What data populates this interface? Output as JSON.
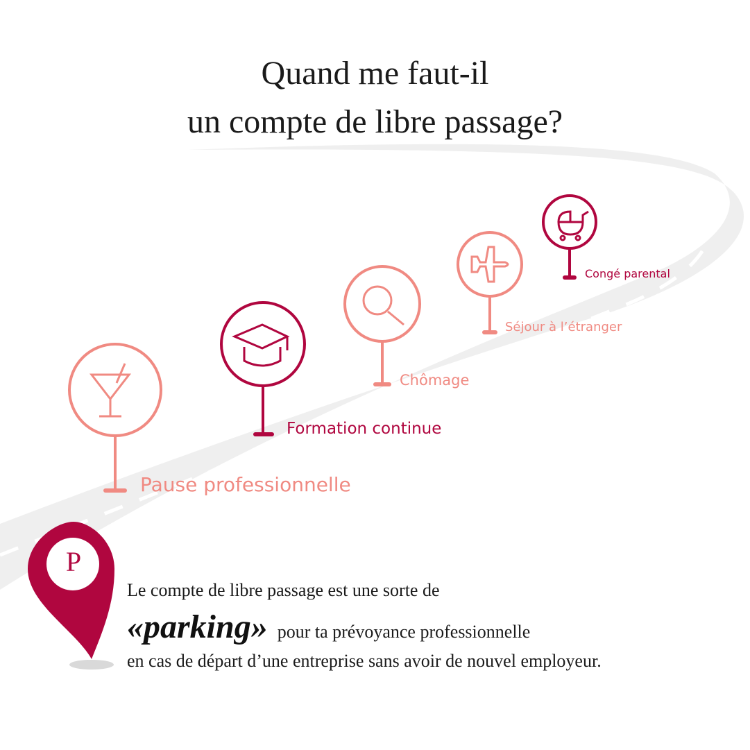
{
  "title": {
    "line1": "Quand me faut-il",
    "line2": "un compte de libre passage?"
  },
  "milestones": [
    {
      "label": "Pause professionnelle",
      "icon": "cocktail-glass-icon",
      "color": "#f08a82"
    },
    {
      "label": "Formation continue",
      "icon": "graduation-cap-icon",
      "color": "#b0063f"
    },
    {
      "label": "Chômage",
      "icon": "magnifier-icon",
      "color": "#f08a82"
    },
    {
      "label": "Séjour à l’étranger",
      "icon": "airplane-icon",
      "color": "#f08a82"
    },
    {
      "label": "Congé parental",
      "icon": "stroller-icon",
      "color": "#b0063f"
    }
  ],
  "pin": {
    "letter": "P",
    "icon": "map-pin-icon",
    "color": "#b0063f"
  },
  "body": {
    "line1": "Le compte de libre passage est une sorte de",
    "parking": "«parking»",
    "line2_rest": "pour ta prévoyance professionnelle",
    "line3": "en cas de départ d’une entreprise sans avoir de nouvel employeur."
  },
  "colors": {
    "accent": "#b0063f",
    "light": "#f08a82",
    "road": "#efefef"
  }
}
